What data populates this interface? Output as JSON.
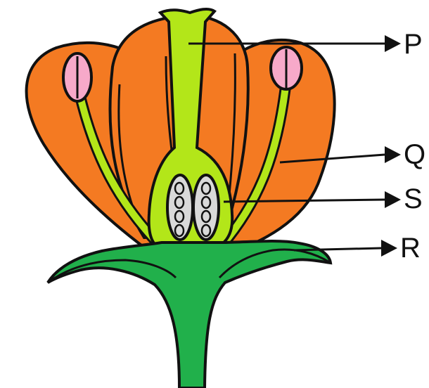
{
  "labels": {
    "p": "P",
    "q": "Q",
    "s": "S",
    "r": "R"
  },
  "colors": {
    "petal": "#F47A22",
    "pistil": "#B3E619",
    "anther": "#F7A9C9",
    "ovule": "#D9D9D9",
    "sepal": "#21B04B",
    "outline": "#111111",
    "background": "#FFFFFF"
  }
}
